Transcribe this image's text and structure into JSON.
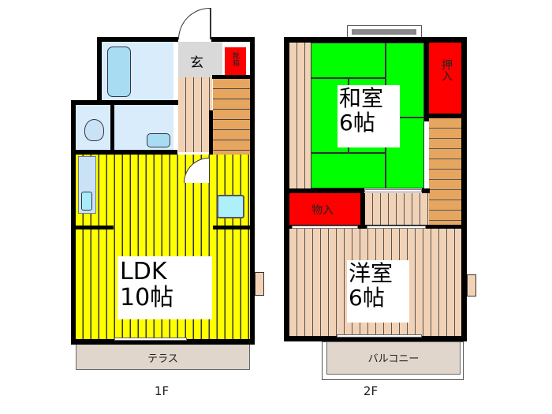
{
  "floor1": {
    "caption": "1F",
    "rooms": {
      "ldk": {
        "name": "LDK",
        "size": "10帖"
      },
      "entrance": {
        "name": "玄"
      },
      "shoe_box": {
        "name": "靴箱"
      },
      "terrace": {
        "name": "テラス"
      }
    }
  },
  "floor2": {
    "caption": "2F",
    "rooms": {
      "washitsu": {
        "name": "和室",
        "size": "6帖"
      },
      "youshitsu": {
        "name": "洋室",
        "size": "6帖"
      },
      "oshiire": {
        "name": "押入"
      },
      "monoire": {
        "name": "物入"
      },
      "balcony": {
        "name": "バルコニー"
      }
    }
  },
  "colors": {
    "ldk_floor": "#ffff00",
    "tatami": "#00ff00",
    "storage": "#ff0000",
    "wood_floor": "#f2d2b6",
    "stairs": "#e7a660",
    "wet_area": "#d8ecfb",
    "entrance": "#d9d9d9",
    "terrace": "#e0d6cc"
  }
}
